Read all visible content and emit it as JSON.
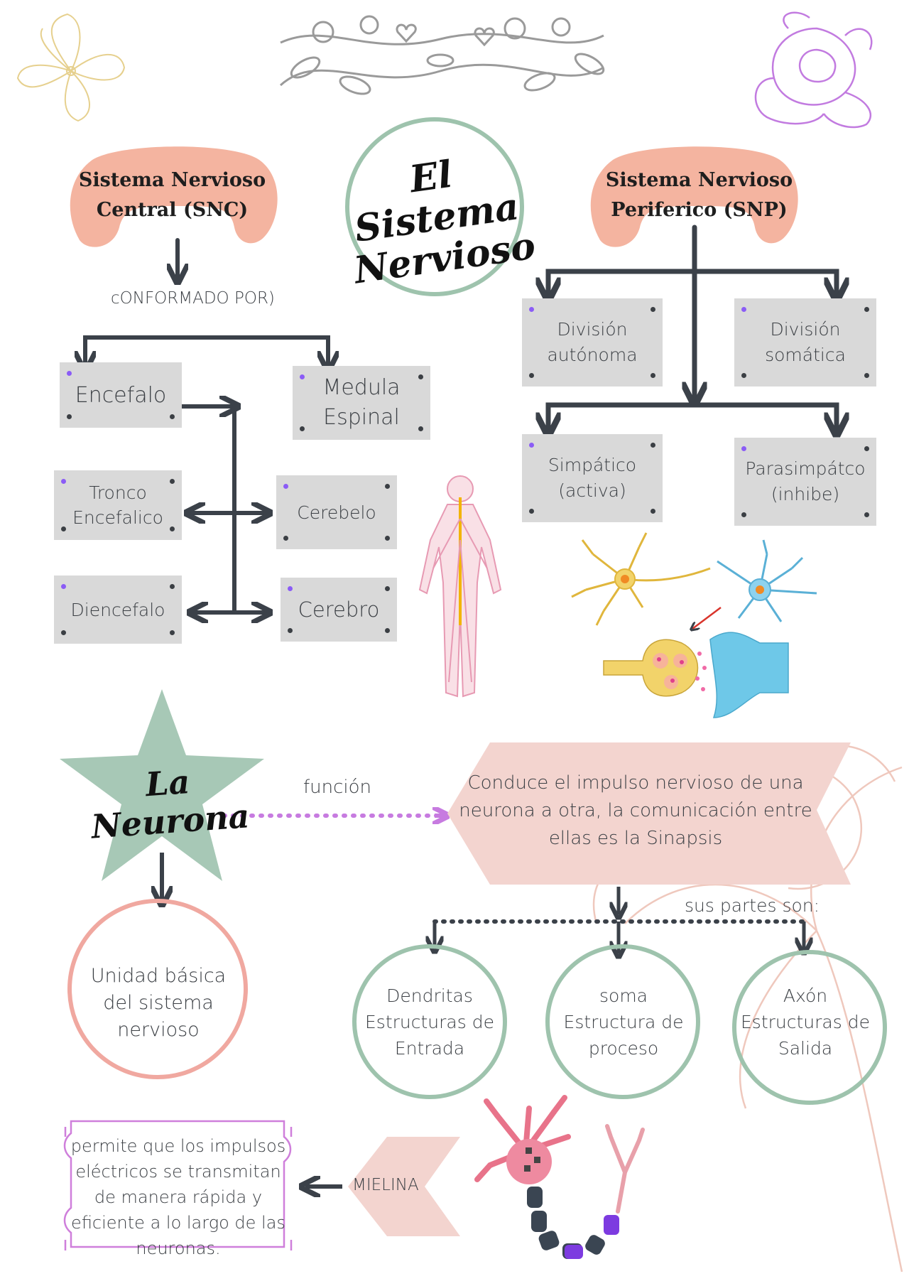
{
  "title": {
    "line1": "El Sistema",
    "line2": "Nervioso"
  },
  "snc": {
    "title_line1": "Sistema Nervioso",
    "title_line2": "Central (SNC)",
    "conformado": "cONFORMADO POR)",
    "encefalo": "Encefalo",
    "medula": "Medula Espinal",
    "tronco": "Tronco Encefalico",
    "cerebelo": "Cerebelo",
    "diencefalo": "Diencefalo",
    "cerebro": "Cerebro"
  },
  "snp": {
    "title_line1": "Sistema Nervioso",
    "title_line2": "Periferico (SNP)",
    "autonoma": "División autónoma",
    "somatica": "División somática",
    "simpatico": "Simpático (activa)",
    "parasimpatico": "Parasimpátco (inhibe)"
  },
  "neurona": {
    "title": "La Neurona",
    "funcion_label": "función",
    "funcion_text": "Conduce el impulso nervioso de una neurona a otra, la comunicación entre ellas es la Sinapsis",
    "unidad": "Unidad básica del sistema nervioso",
    "partes_label": "sus partes son:",
    "dendritas": "Dendritas Estructuras de Entrada",
    "soma": "soma Estructura de proceso",
    "axon": "Axón Estructuras de Salida",
    "mielina": "MIELINA",
    "mielina_text": "permite que los impulsos eléctricos se transmitan de manera rápida y eficiente a lo largo de las neuronas."
  },
  "colors": {
    "salmon": "#f4b4a0",
    "sage": "#9ec3ad",
    "star": "#a7c8b6",
    "pink_circle": "#f0a8a0",
    "box_gray": "#d9d9d9",
    "arrow": "#3b4149",
    "purple_dots": "#c77be0",
    "banner": "#f3d4cf"
  },
  "icons": [
    "flower-icon-left",
    "floral-garland-icon",
    "rose-icon",
    "human-nervous-system-icon",
    "neuron-synapse-icon",
    "myelinated-neuron-icon",
    "flower-outline-background"
  ]
}
